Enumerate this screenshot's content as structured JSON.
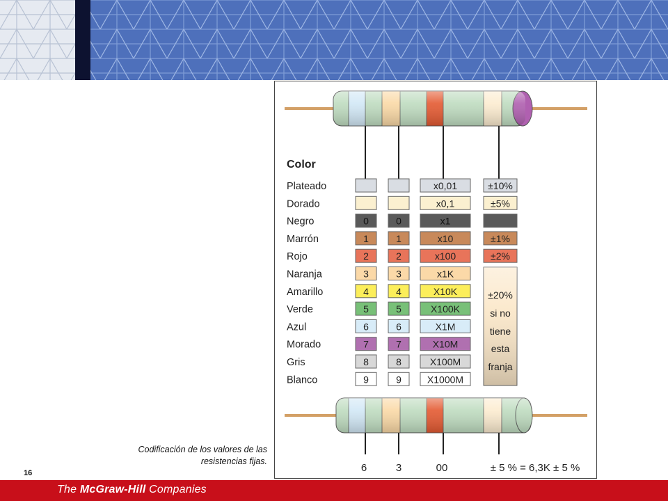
{
  "colors": {
    "banner_blue": "#4a6cb8",
    "footer_red": "#c80f1a"
  },
  "figure": {
    "header": "Color",
    "rows": [
      {
        "name": "Plateado",
        "d1": "",
        "d2": "",
        "mult": "x0,01",
        "tol": "±10%",
        "fill": "#d9dde3"
      },
      {
        "name": "Dorado",
        "d1": "",
        "d2": "",
        "mult": "x0,1",
        "tol": "±5%",
        "fill": "#fbf0d0"
      },
      {
        "name": "Negro",
        "d1": "0",
        "d2": "0",
        "mult": "x1",
        "tol": "",
        "fill": "#5a5a5a"
      },
      {
        "name": "Marrón",
        "d1": "1",
        "d2": "1",
        "mult": "x10",
        "tol": "±1%",
        "fill": "#c8895a"
      },
      {
        "name": "Rojo",
        "d1": "2",
        "d2": "2",
        "mult": "x100",
        "tol": "±2%",
        "fill": "#e8745a"
      },
      {
        "name": "Naranja",
        "d1": "3",
        "d2": "3",
        "mult": "x1K",
        "tol": "",
        "fill": "#fbd9a8"
      },
      {
        "name": "Amarillo",
        "d1": "4",
        "d2": "4",
        "mult": "X10K",
        "tol": "",
        "fill": "#fcee5a"
      },
      {
        "name": "Verde",
        "d1": "5",
        "d2": "5",
        "mult": "X100K",
        "tol": "",
        "fill": "#78c078"
      },
      {
        "name": "Azul",
        "d1": "6",
        "d2": "6",
        "mult": "X1M",
        "tol": "",
        "fill": "#d8ecf8"
      },
      {
        "name": "Morado",
        "d1": "7",
        "d2": "7",
        "mult": "X10M",
        "tol": "",
        "fill": "#b070b0"
      },
      {
        "name": "Gris",
        "d1": "8",
        "d2": "8",
        "mult": "X100M",
        "tol": "",
        "fill": "#d8d8d8"
      },
      {
        "name": "Blanco",
        "d1": "9",
        "d2": "9",
        "mult": "X1000M",
        "tol": "",
        "fill": "#ffffff"
      }
    ],
    "no_band_tolerance": [
      "±20%",
      "si no",
      "tiene",
      "esta",
      "franja"
    ],
    "example": {
      "d1": "6",
      "d2": "3",
      "mult": "00",
      "result": "± 5 % = 6,3K ± 5 %"
    }
  },
  "caption": "Codificación de los valores de las resistencias fijas.",
  "page_number": "16",
  "footer": {
    "prefix": "The ",
    "brand": "McGraw-Hill",
    "suffix": " Companies"
  }
}
